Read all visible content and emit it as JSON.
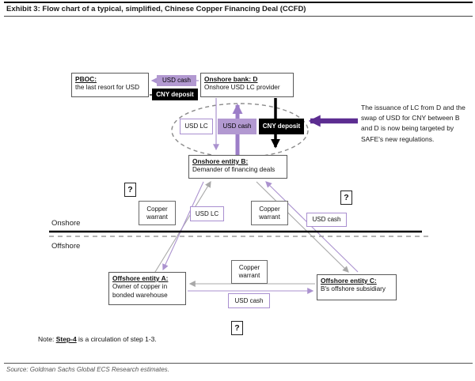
{
  "title": "Exhibit 3: Flow chart of a typical, simplified, Chinese Copper Financing Deal (CCFD)",
  "entities": {
    "pboc": {
      "title": "PBOC:",
      "subtitle": "the last resort for USD"
    },
    "bank_d": {
      "title": "Onshore bank: D",
      "subtitle": "Onshore USD LC provider"
    },
    "entity_b": {
      "title": "Onshore entity B:",
      "subtitle": "Demander of financing deals"
    },
    "entity_a": {
      "title": "Offshore entity A:",
      "subtitle": "Owner of copper in bonded warehouse"
    },
    "entity_c": {
      "title": "Offshore entity C:",
      "subtitle": "B's offshore subsidiary"
    }
  },
  "flow_labels": {
    "usd_cash": "USD cash",
    "usd_lc": "USD LC",
    "cny_deposit": "CNY deposit",
    "copper_warrant": "Copper warrant",
    "question_mark": "?"
  },
  "regions": {
    "onshore": "Onshore",
    "offshore": "Offshore"
  },
  "annotation": "The issuance of LC from D and the swap of USD for CNY between B and D is now being targeted by SAFE's new regulations.",
  "note": {
    "prefix": "Note: ",
    "step": "Step-4",
    "suffix": " is a circulation of step 1-3."
  },
  "source": "Source: Goldman Sachs Global ECS Research estimates.",
  "colors": {
    "light_purple": "#b299d1",
    "line_purple": "#ab92cf",
    "medium_purple": "#9c7ec8",
    "dark_purple": "#5c2d91",
    "black": "#000000",
    "gray_line": "#a8a8a8"
  }
}
